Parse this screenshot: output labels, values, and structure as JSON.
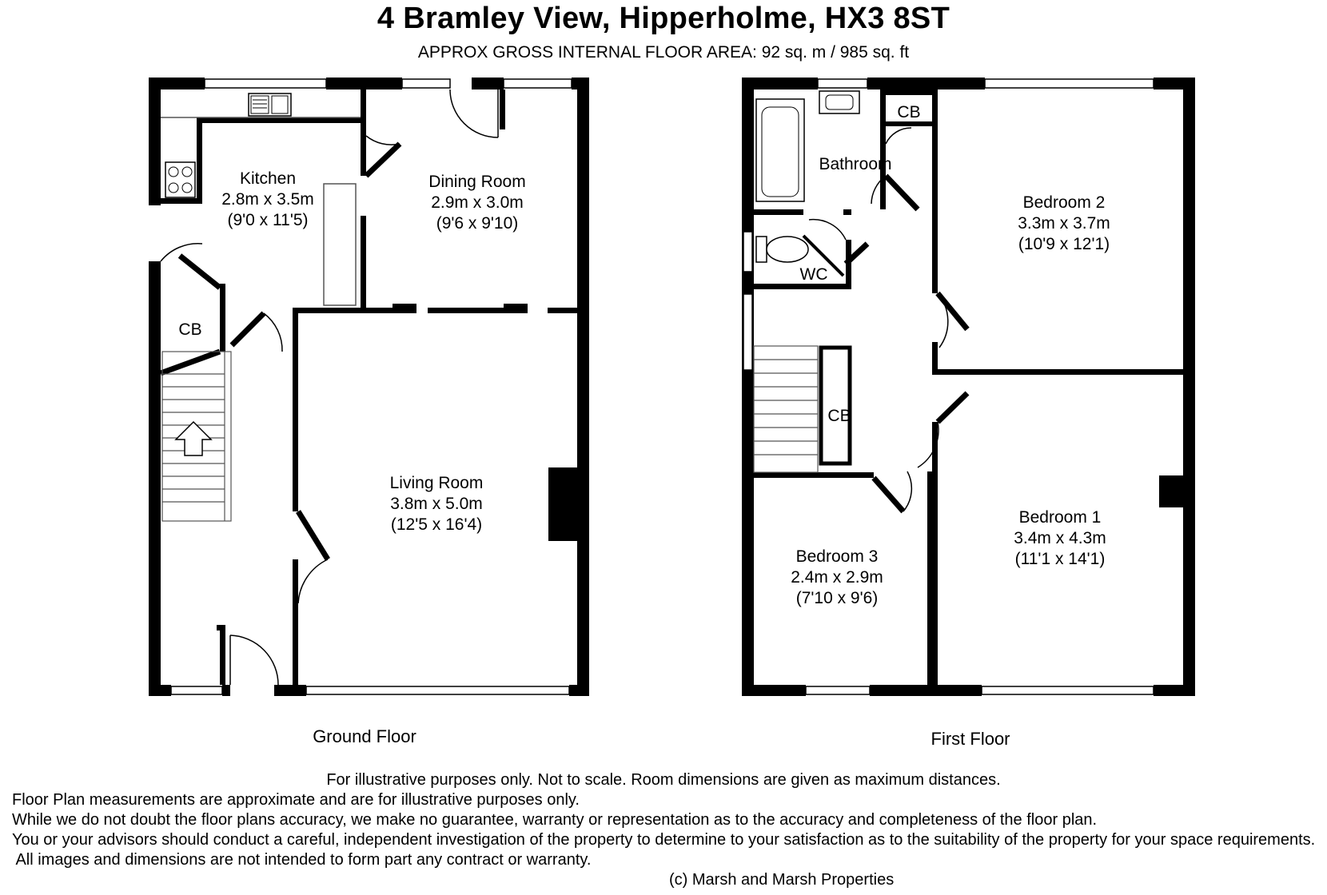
{
  "title": "4 Bramley View, Hipperholme, HX3 8ST",
  "subtitle": "APPROX GROSS INTERNAL FLOOR AREA:   92 sq. m  / 985 sq. ft",
  "ground_floor": {
    "label": "Ground Floor",
    "rooms": {
      "kitchen": {
        "name": "Kitchen",
        "metric": "2.8m x 3.5m",
        "imperial": "(9'0 x 11'5)"
      },
      "dining": {
        "name": "Dining Room",
        "metric": "2.9m x 3.0m",
        "imperial": "(9'6 x 9'10)"
      },
      "living": {
        "name": "Living Room",
        "metric": "3.8m x 5.0m",
        "imperial": "(12'5 x 16'4)"
      },
      "cupboard": {
        "name": "CB"
      }
    }
  },
  "first_floor": {
    "label": "First Floor",
    "rooms": {
      "bathroom": {
        "name": "Bathroom"
      },
      "cupboard_top": {
        "name": "CB"
      },
      "wc": {
        "name": "WC"
      },
      "cupboard_landing": {
        "name": "CB"
      },
      "bedroom2": {
        "name": "Bedroom 2",
        "metric": "3.3m x 3.7m",
        "imperial": "(10'9 x 12'1)"
      },
      "bedroom1": {
        "name": "Bedroom 1",
        "metric": "3.4m x 4.3m",
        "imperial": "(11'1 x 14'1)"
      },
      "bedroom3": {
        "name": "Bedroom 3",
        "metric": "2.4m x 2.9m",
        "imperial": "(7'10 x 9'6)"
      }
    }
  },
  "disclaimer": {
    "line1": "For illustrative purposes only.  Not to scale.  Room dimensions are given as maximum distances.",
    "line2": "Floor Plan measurements are approximate and are for illustrative purposes only.",
    "line3": "While we do not doubt the floor plans accuracy, we make no guarantee, warranty or representation as to the accuracy and completeness of the floor plan.",
    "line4": "You or your advisors should conduct a careful, independent investigation of the property to determine to your satisfaction as to the suitability of the property for your space requirements.",
    "line5": " All images and dimensions are not intended to form part any contract or warranty.",
    "copyright": "(c) Marsh and Marsh Properties"
  }
}
